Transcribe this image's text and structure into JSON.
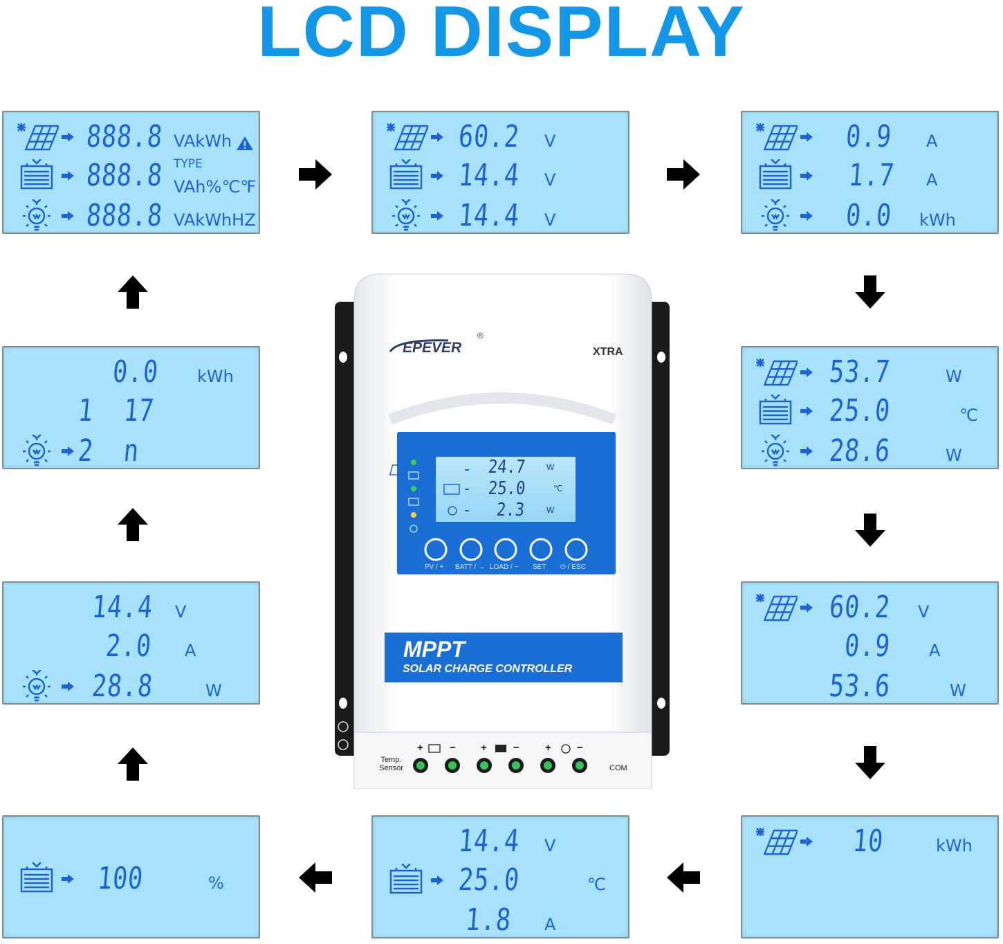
{
  "title": "LCD DISPLAY",
  "colors": {
    "title": "#1497e6",
    "lcd_bg": "#a7e2fa",
    "lcd_text": "#1e63d6",
    "panel_blue": "#1a6fd6"
  },
  "screens": [
    {
      "rows": [
        {
          "icon": "solar-panel-icon",
          "value": "888.8",
          "unit": "VAkWh"
        },
        {
          "icon": "battery-icon",
          "value": "888.8",
          "unit_top": "TYPE",
          "unit": "VAh%℃℉"
        },
        {
          "icon": "load-bulb-icon",
          "value": "888.8",
          "unit": "VAkWhHZ"
        }
      ]
    },
    {
      "rows": [
        {
          "icon": "solar-panel-icon",
          "value": "60.2",
          "unit": "V"
        },
        {
          "icon": "battery-icon",
          "value": "14.4",
          "unit": "V"
        },
        {
          "icon": "load-bulb-icon",
          "value": "14.4",
          "unit": "V"
        }
      ]
    },
    {
      "rows": [
        {
          "icon": "solar-panel-icon",
          "value": "0.9",
          "unit": "A"
        },
        {
          "icon": "battery-icon",
          "value": "1.7",
          "unit": "A"
        },
        {
          "icon": "load-bulb-icon",
          "value": "0.0",
          "unit": "kWh"
        }
      ]
    },
    {
      "rows": [
        {
          "icon": "solar-panel-icon",
          "value": "53.7",
          "unit": "W"
        },
        {
          "icon": "battery-icon",
          "value": "25.0",
          "unit": "℃"
        },
        {
          "icon": "load-bulb-icon",
          "value": "28.6",
          "unit": "W"
        }
      ]
    },
    {
      "rows": [
        {
          "icon": "solar-panel-icon",
          "value": "60.2",
          "unit": "V"
        },
        {
          "icon": "",
          "value": "0.9",
          "unit": "A"
        },
        {
          "icon": "",
          "value": "53.6",
          "unit": "W"
        }
      ]
    },
    {
      "rows": [
        {
          "icon": "solar-panel-icon",
          "value": "10",
          "unit": "kWh"
        }
      ]
    },
    {
      "rows": [
        {
          "icon": "",
          "value": "14.4",
          "unit": "V"
        },
        {
          "icon": "battery-icon",
          "value": "25.0",
          "unit": "℃"
        },
        {
          "icon": "",
          "value": "1.8",
          "unit": "A"
        }
      ]
    },
    {
      "rows": [
        {
          "icon": "battery-icon",
          "value": "100",
          "unit": "%"
        }
      ]
    },
    {
      "rows": [
        {
          "icon": "",
          "value": "14.4",
          "unit": "V"
        },
        {
          "icon": "",
          "value": "2.0",
          "unit": "A"
        },
        {
          "icon": "load-bulb-icon",
          "value": "28.8",
          "unit": "W"
        }
      ]
    },
    {
      "rows": [
        {
          "icon": "",
          "value": "0.0",
          "unit": "kWh"
        },
        {
          "icon": "",
          "value": "1  17",
          "unit": ""
        },
        {
          "icon": "load-bulb-icon",
          "value": "2  n",
          "unit": ""
        }
      ]
    }
  ],
  "controller": {
    "brand": "EPEVER",
    "registered": "®",
    "model": "XTRA",
    "display": [
      {
        "value": "24.7",
        "unit": "W"
      },
      {
        "value": "25.0",
        "unit": "℃"
      },
      {
        "value": "2.3",
        "unit": "W"
      }
    ],
    "buttons": [
      "PV / +",
      "BATT / →",
      "LOAD / −",
      "SET",
      "⏻ / ESC"
    ],
    "label_big": "MPPT",
    "label_small": "SOLAR CHARGE CONTROLLER",
    "temp_sensor_1": "Temp.",
    "temp_sensor_2": "Sensor",
    "com": "COM",
    "terminal_plus": "+",
    "terminal_minus": "−"
  }
}
